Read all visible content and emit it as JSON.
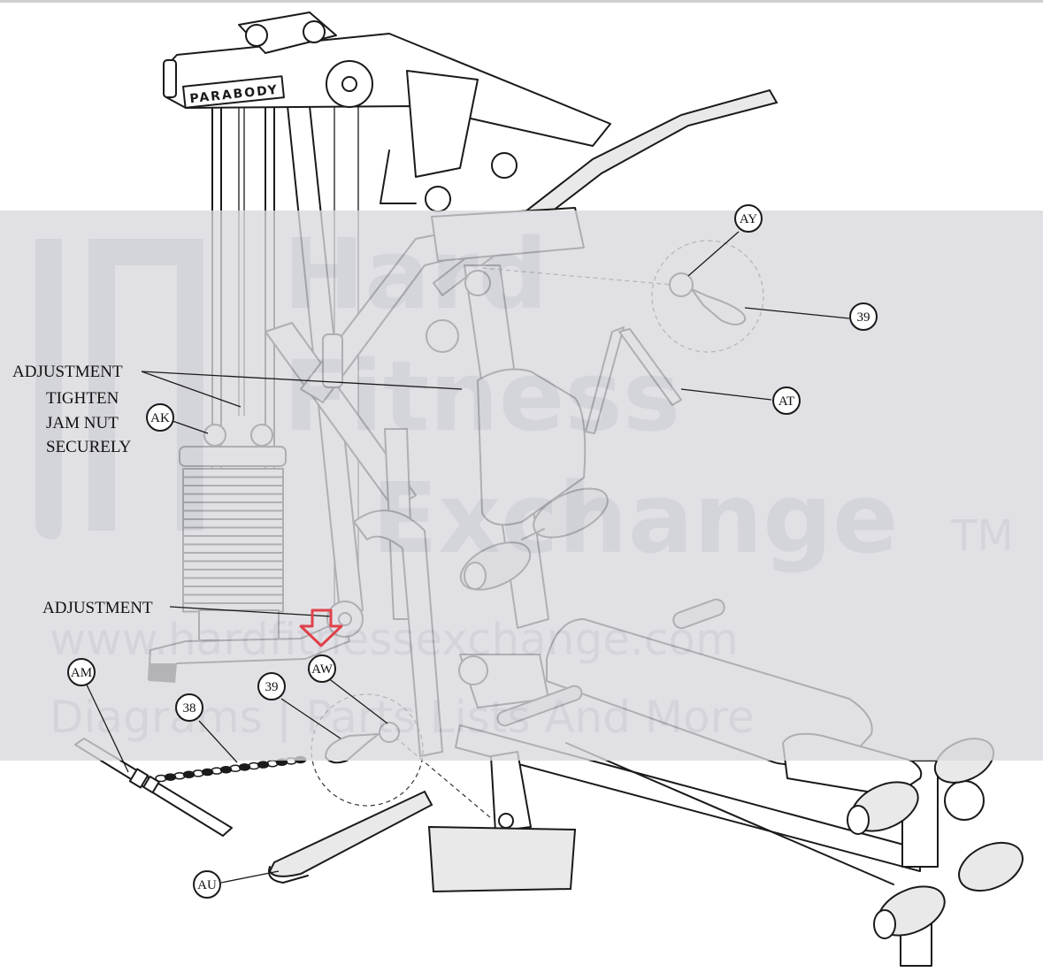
{
  "watermark": {
    "line1": "Hard",
    "line2": "Fitness",
    "line3": "Exchange",
    "tm": "TM",
    "url": "www.hardfitnessexchange.com",
    "tagline": "Diagrams | Parts Lists And More"
  },
  "brand_logo": "PARABODY",
  "labels": {
    "adjustment_top": "ADJUSTMENT",
    "tighten_line1": "TIGHTEN",
    "tighten_line2": "JAM NUT",
    "tighten_line3": "SECURELY",
    "adjustment_bottom": "ADJUSTMENT"
  },
  "callouts": [
    {
      "id": "AY"
    },
    {
      "id": "39"
    },
    {
      "id": "AT"
    },
    {
      "id": "AK"
    },
    {
      "id": "AW"
    },
    {
      "id": "AM"
    },
    {
      "id": "38"
    },
    {
      "id": "39"
    },
    {
      "id": "AU"
    }
  ],
  "colors": {
    "ink": "#1a1a1a",
    "watermark_band": "#d9d9de",
    "watermark_text": "#c9c9d2",
    "arrow": "#e0414a"
  }
}
